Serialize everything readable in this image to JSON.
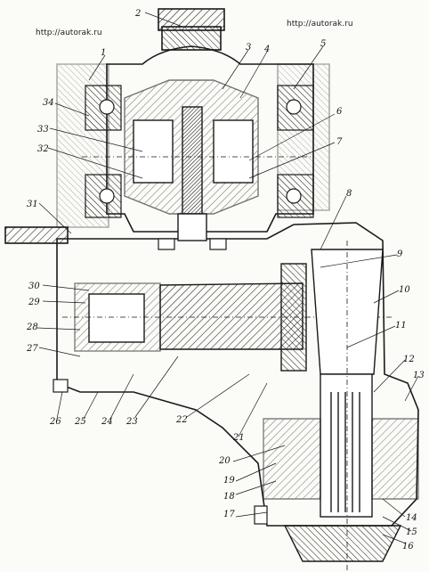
{
  "watermarks": {
    "left": "http://autorak.ru",
    "right": "http://autorak.ru"
  },
  "callouts": [
    "1",
    "2",
    "3",
    "4",
    "5",
    "6",
    "7",
    "8",
    "9",
    "10",
    "11",
    "12",
    "13",
    "14",
    "15",
    "16",
    "17",
    "18",
    "19",
    "20",
    "21",
    "22",
    "23",
    "24",
    "25",
    "26",
    "27",
    "28",
    "29",
    "30",
    "31",
    "32",
    "33",
    "34"
  ],
  "colors": {
    "ink": "#1a1a1a",
    "paper": "#fbfbf8"
  }
}
